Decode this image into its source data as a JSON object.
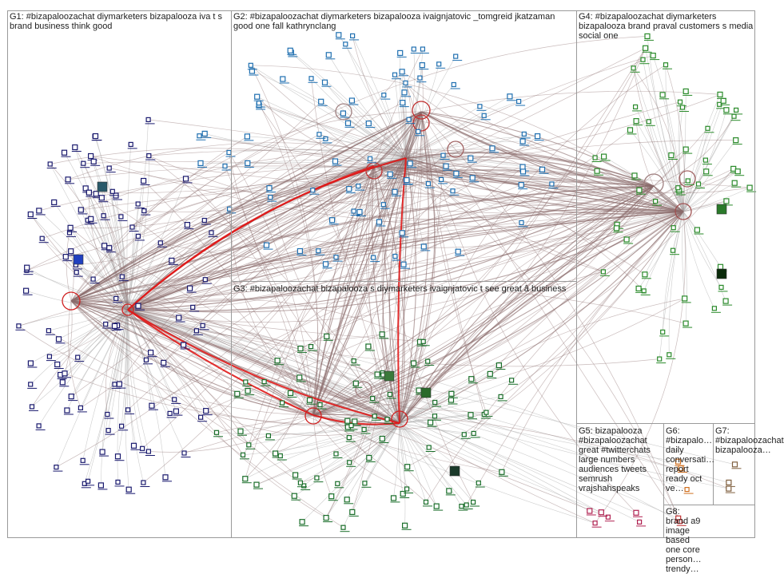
{
  "groups": [
    {
      "id": "G1",
      "label": "G1: #bizapaloozachat diymarketers bizapalooza iva t s brand business think good",
      "color": "#1a1a6e"
    },
    {
      "id": "G2",
      "label": "G2: #bizapaloozachat diymarketers bizapalooza ivaignjatovic _tomgreid jkatzaman good one fall kathrynclang",
      "color": "#1f6fb0"
    },
    {
      "id": "G3",
      "label": "G3: #bizapaloozachat bizapalooza s diymarketers ivaignjatovic t see great â business",
      "color": "#1a6e2a"
    },
    {
      "id": "G4",
      "label": "G4: #bizapaloozachat diymarketers bizapalooza brand praval customers s media social one",
      "color": "#2a8a2a"
    },
    {
      "id": "G5",
      "label": "G5: bizapalooza\n#bizapaloozachat\ngreat #twitterchats\nlarge numbers\naudiences tweets\nsemrush\nvrajshahspeaks",
      "color": "#b02050"
    },
    {
      "id": "G6",
      "label": "G6:\n#bizapalo…\ndaily\nconversati…\nreport\nready oct\nve…",
      "color": "#d07020"
    },
    {
      "id": "G7",
      "label": "G7:\n#bizapaloozachat\nbizapalooza…",
      "color": "#c03030"
    },
    {
      "id": "G8",
      "label": "G8:\nbrand a9\nimage\nbased\none core\nperson…\ntrendy…",
      "color": "#806040"
    }
  ],
  "colors": {
    "edge": "#8a6a6a",
    "edge_light": "#b8b8b8",
    "edge_strong": "#e01818",
    "box_border": "#9a9a9a",
    "label_text": "#1e1e1e"
  }
}
